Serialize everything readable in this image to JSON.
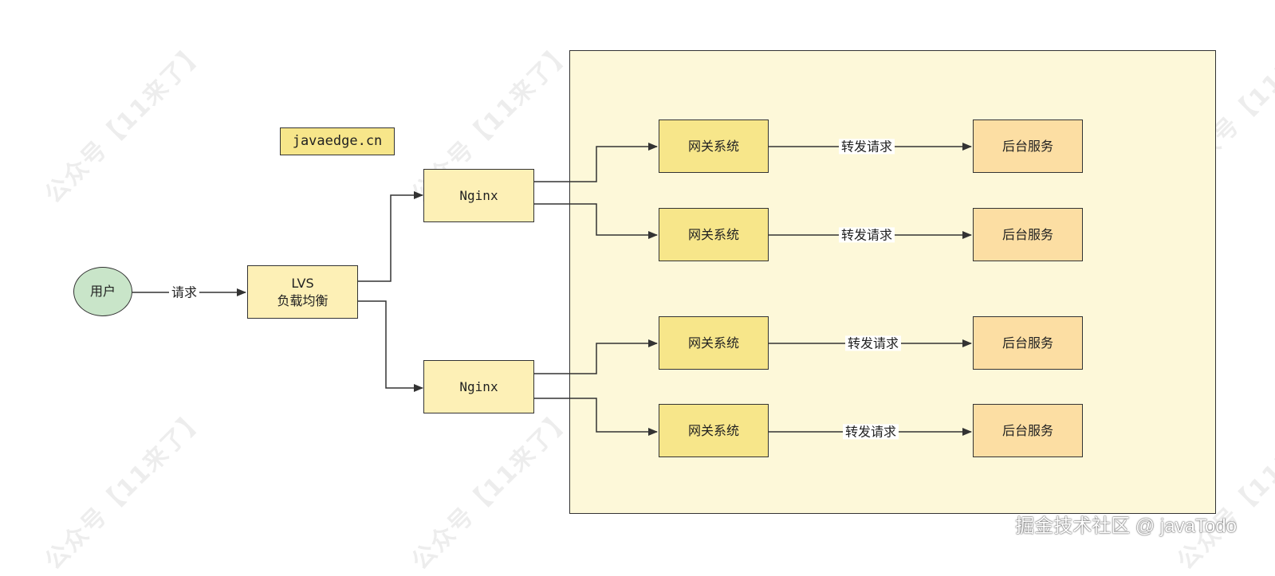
{
  "watermark": "公众号【11来了】",
  "footer": "掘金技术社区 @ javaTodo",
  "colors": {
    "user_fill": "#c9e5c9",
    "lvs_fill": "#fdf0b6",
    "nginx_fill": "#fdf0b6",
    "gateway_fill": "#f7e68a",
    "backend_fill": "#fcdea3",
    "container_fill": "#fdf8d9",
    "label_fill": "#f7e68a",
    "stroke": "#333333"
  },
  "diagram": {
    "site_label": "javaedge.cn",
    "user": "用户",
    "request_label": "请求",
    "lvs_line1": "LVS",
    "lvs_line2": "负载均衡",
    "nginx": [
      "Nginx",
      "Nginx"
    ],
    "gateways": [
      "网关系统",
      "网关系统",
      "网关系统",
      "网关系统"
    ],
    "backends": [
      "后台服务",
      "后台服务",
      "后台服务",
      "后台服务"
    ],
    "forward_labels": [
      "转发请求",
      "转发请求",
      "转发请求",
      "转发请求"
    ]
  }
}
